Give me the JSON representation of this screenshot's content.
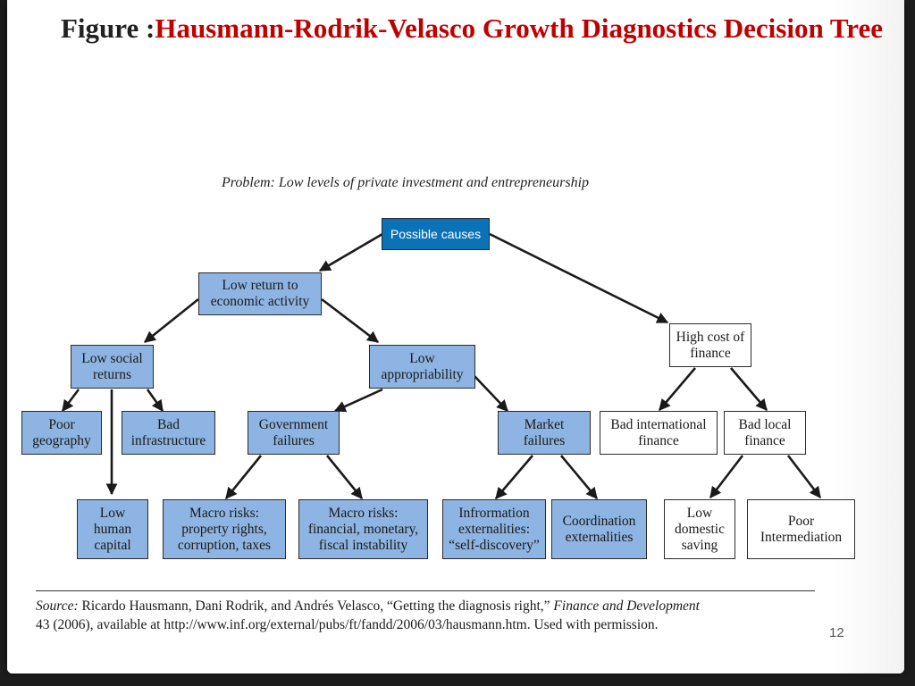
{
  "slide": {
    "title_prefix": "Figure :",
    "title_main": "Hausmann-Rodrik-Velasco Growth Diagnostics Decision Tree",
    "problem": "Problem: Low levels of private investment and entrepreneurship",
    "page_number": "12"
  },
  "tree": {
    "root": "Possible causes",
    "low_return": "Low return to\neconomic activity",
    "high_cost": "High cost of\nfinance",
    "low_social": "Low social\nreturns",
    "low_approp": "Low\nappropriability",
    "poor_geo": "Poor\ngeography",
    "bad_infra": "Bad\ninfrastructure",
    "low_human": "Low\nhuman\ncapital",
    "gov_fail": "Government\nfailures",
    "market_fail": "Market\nfailures",
    "macro_prop": "Macro risks:\nproperty rights,\ncorruption, taxes",
    "macro_fin": "Macro risks:\nfinancial, monetary,\nfiscal instability",
    "info_ext": "Infrormation\nexternalities:\n“self-discovery”",
    "coord_ext": "Coordination\nexternalities",
    "bad_intl": "Bad international\nfinance",
    "bad_local": "Bad local\nfinance",
    "low_saving": "Low\ndomestic\nsaving",
    "poor_inter": "Poor\nIntermediation"
  },
  "source": {
    "label": "Source:",
    "text1": " Ricardo Hausmann, Dani Rodrik, and Andrés Velasco, “Getting the diagnosis right,” ",
    "journal": "Finance and Development",
    "text2": "43 (2006), available at http://www.inf.org/external/pubs/ft/fandd/2006/03/hausmann.htm. Used with permission."
  },
  "colors": {
    "title_accent": "#c00000",
    "node_blue": "#8db4e2",
    "root_blue": "#0b72b8"
  }
}
